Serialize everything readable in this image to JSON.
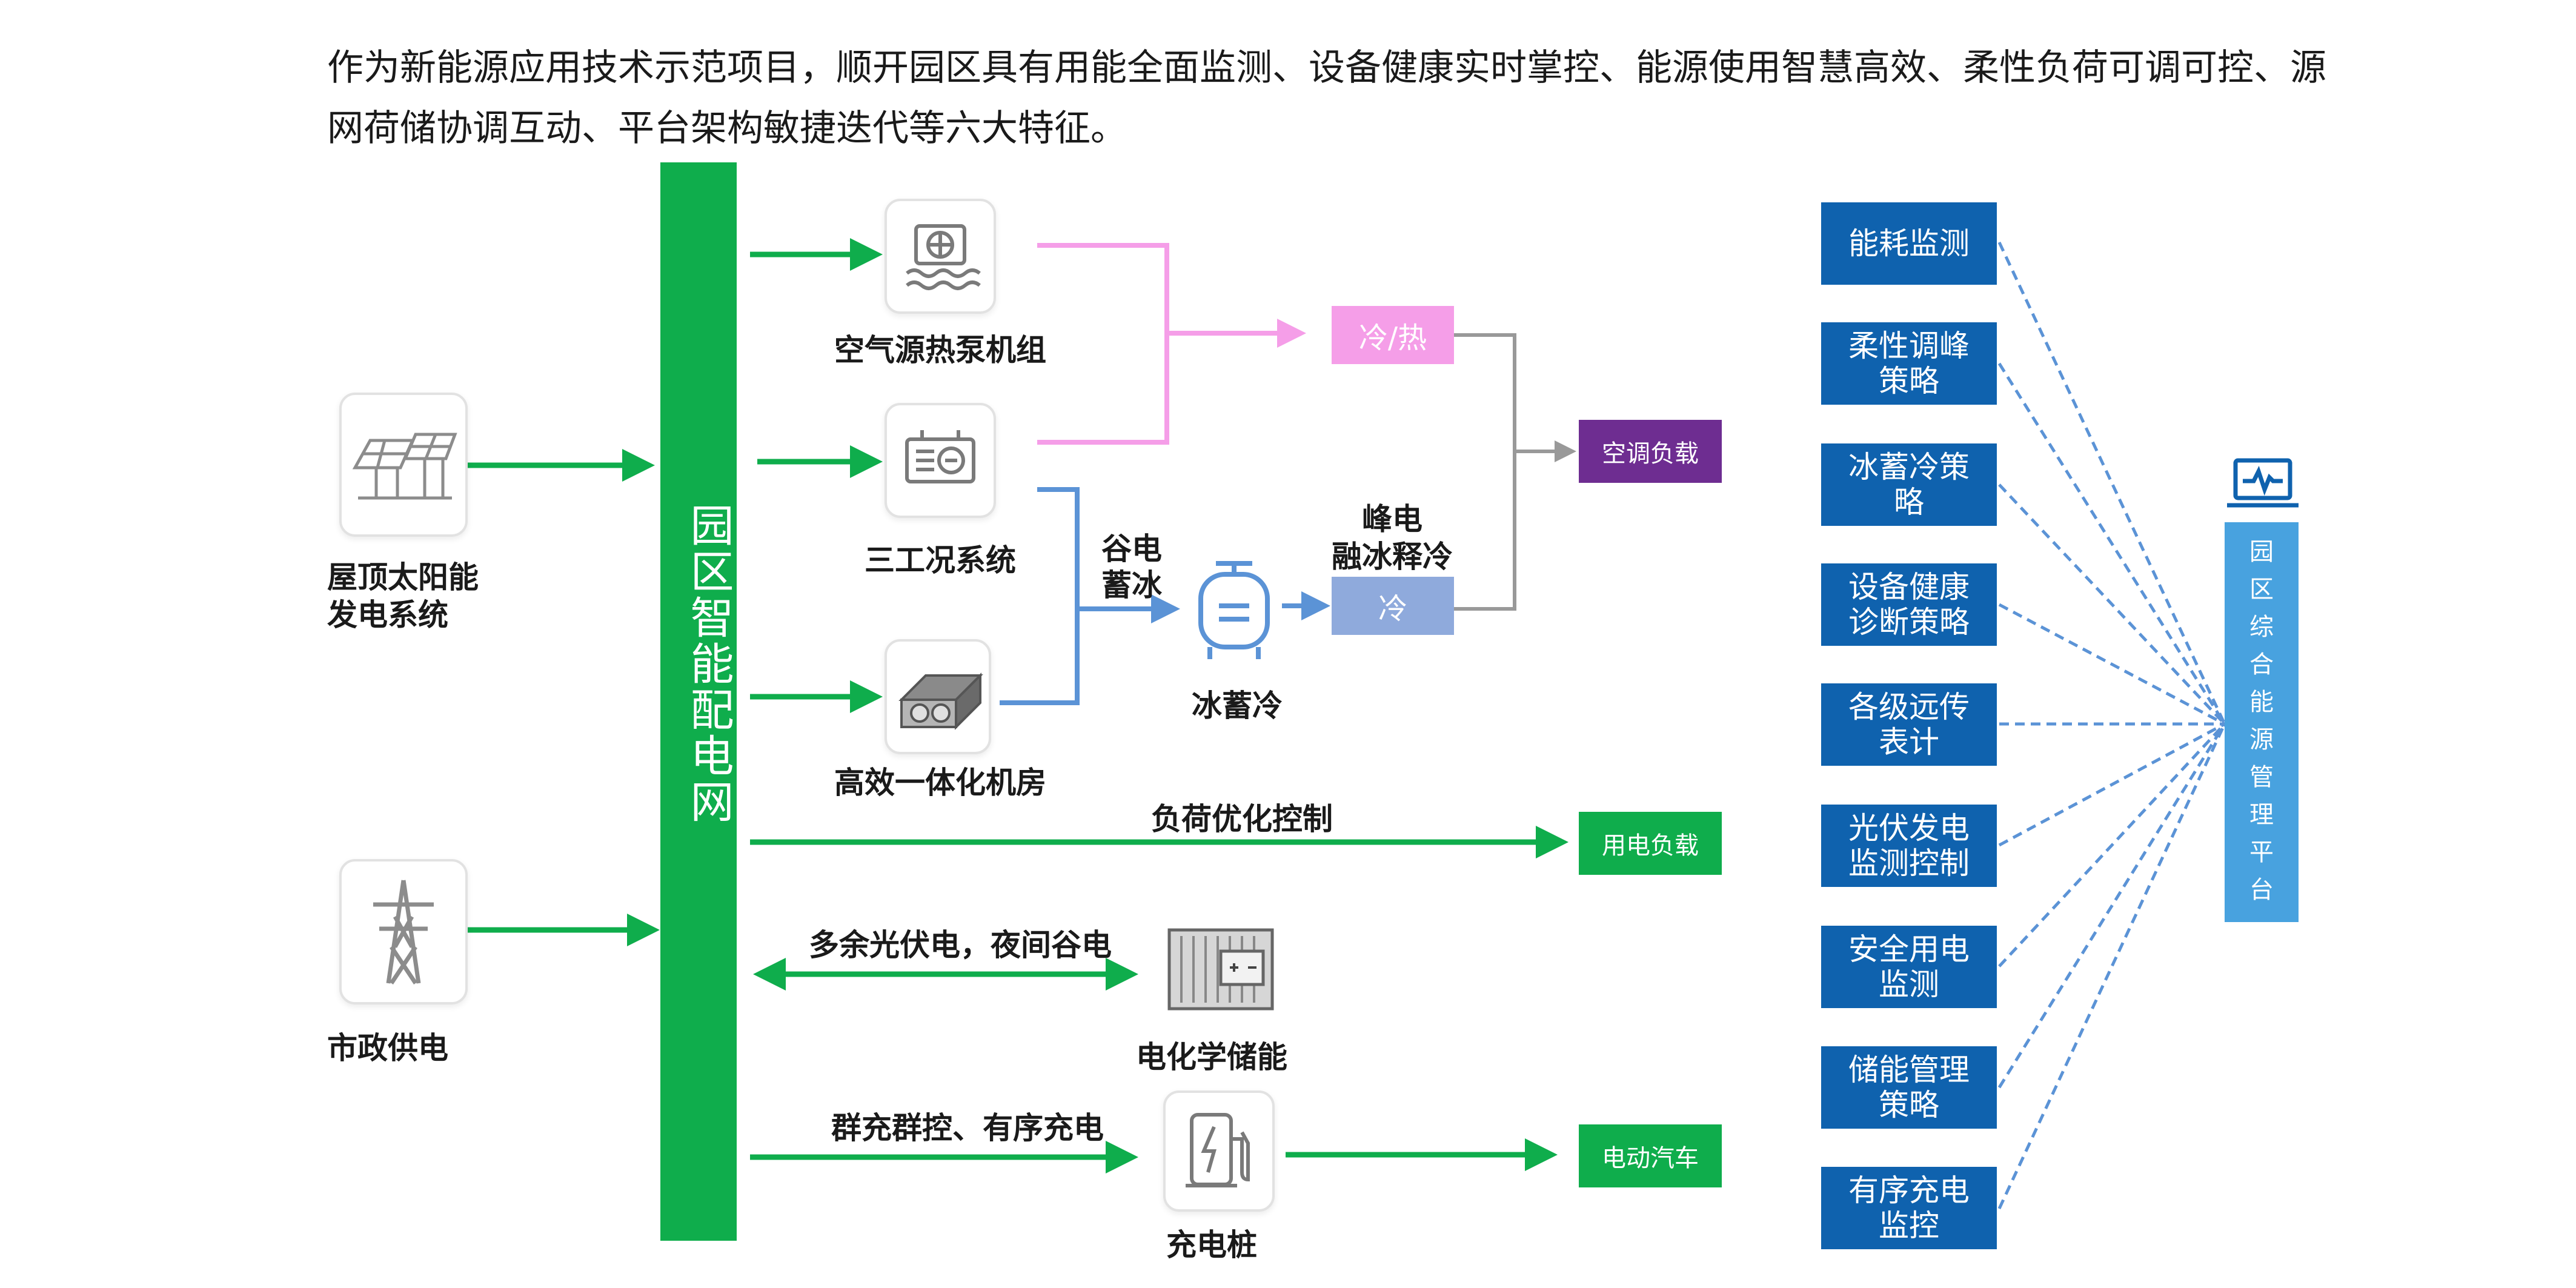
{
  "intro_text": "作为新能源应用技术示范项目，顺开园区具有用能全面监测、设备健康实时掌控、能源使用智慧高效、柔性负荷可调可控、源网荷储协调互动、平台架构敏捷迭代等六大特征。",
  "grid_label": "园区智能配电网",
  "sources": {
    "solar": {
      "label_line1": "屋顶太阳能",
      "label_line2": "发电系统",
      "icon": "solar-panel-icon"
    },
    "municipal": {
      "label": "市政供电",
      "icon": "power-tower-icon"
    }
  },
  "equipment": {
    "heat_pump": {
      "label": "空气源热泵机组",
      "icon": "heat-pump-icon"
    },
    "three_mode": {
      "label": "三工况系统",
      "icon": "chiller-icon"
    },
    "machine_room": {
      "label": "高效一体化机房",
      "icon": "machine-room-icon"
    },
    "ice_storage": {
      "label": "冰蓄冷",
      "icon": "ice-tank-icon"
    },
    "battery": {
      "label": "电化学储能",
      "icon": "battery-storage-icon"
    },
    "charger": {
      "label": "充电桩",
      "icon": "ev-charger-icon"
    }
  },
  "flow_labels": {
    "valley_line1": "谷电",
    "valley_line2": "蓄冰",
    "peak_line1": "峰电",
    "peak_line2": "融冰释冷",
    "load_opt": "负荷优化控制",
    "surplus": "多余光伏电，夜间谷电",
    "group_charge": "群充群控、有序充电"
  },
  "tags": {
    "cold_heat": "冷/热",
    "cold": "冷"
  },
  "loads": {
    "ac": "空调负载",
    "power": "用电负载",
    "ev": "电动汽车"
  },
  "strategies": [
    {
      "line1": "能耗监测",
      "line2": ""
    },
    {
      "line1": "柔性调峰",
      "line2": "策略"
    },
    {
      "line1": "冰蓄冷策",
      "line2": "略"
    },
    {
      "line1": "设备健康",
      "line2": "诊断策略"
    },
    {
      "line1": "各级远传",
      "line2": "表计"
    },
    {
      "line1": "光伏发电",
      "line2": "监测控制"
    },
    {
      "line1": "安全用电",
      "line2": "监测"
    },
    {
      "line1": "储能管理",
      "line2": "策略"
    },
    {
      "line1": "有序充电",
      "line2": "监控"
    }
  ],
  "platform": {
    "chars": [
      "园",
      "区",
      "综",
      "合",
      "能",
      "源",
      "管",
      "理",
      "平",
      "台"
    ],
    "icon": "laptop-monitor-icon"
  },
  "colors": {
    "green": "#0fad4c",
    "pink": "#f59ee8",
    "blue_line": "#5b93d6",
    "ac_load": "#6e2d91",
    "strategy_blue": "#0f62ae",
    "platform_blue": "#48a2df",
    "cold_box": "#8faadc"
  }
}
